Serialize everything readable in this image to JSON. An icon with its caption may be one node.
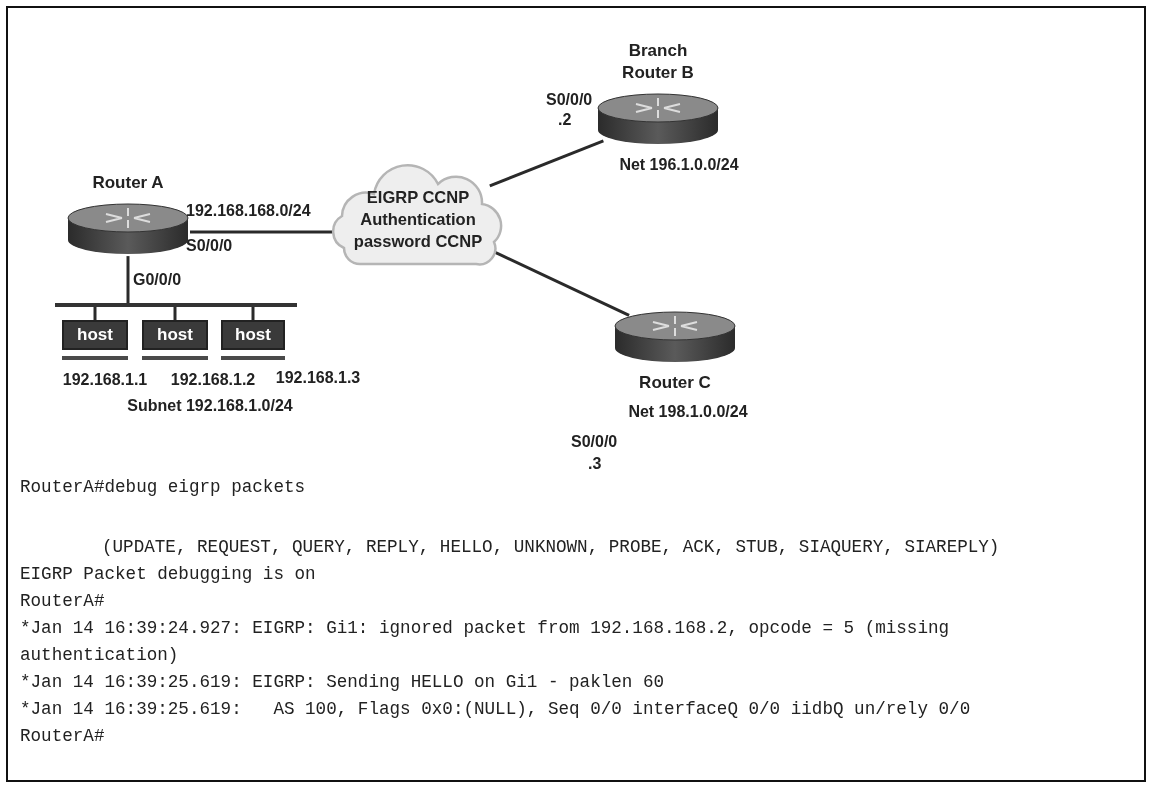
{
  "diagram": {
    "nodes": [
      {
        "text": [
          "Router A"
        ]
      },
      {
        "text": [
          "EIGRP CCNP Authentication password CCNP"
        ]
      },
      {
        "text": [
          "Branch Router B"
        ],
        "beside": [
          "Net 196.1.0.0/24"
        ]
      },
      {
        "text": [
          "Router C"
        ],
        "beside": [
          "Net 198.1.0.0/24"
        ]
      },
      {
        "text": [],
        "shape": "bar"
      },
      {
        "text": [
          "host"
        ],
        "beside": [
          "192.168.1.1"
        ]
      },
      {
        "text": [
          "host"
        ],
        "beside": [
          "192.168.1.2"
        ]
      },
      {
        "text": [
          "host"
        ],
        "beside": [
          "192.168.1.3"
        ]
      }
    ],
    "edges": [
      {
        "from": 0,
        "to": 1,
        "arrow": "none"
      },
      {
        "from": 1,
        "to": 2,
        "arrow": "none"
      },
      {
        "from": 1,
        "to": 3,
        "arrow": "none"
      },
      {
        "from": 0,
        "to": 4,
        "arrow": "none"
      },
      {
        "from": 4,
        "to": 5,
        "arrow": "none"
      },
      {
        "from": 4,
        "to": 6,
        "arrow": "none"
      },
      {
        "from": 4,
        "to": 7,
        "arrow": "none"
      }
    ],
    "labels": [
      "192.168.168.0/24",
      "S0/0/0",
      "G0/0/0",
      "S0/0/0",
      ".2",
      "Subnet 192.168.1.0/24",
      "S0/0/0",
      ".3",
      "RouterA#debug eigrp packets",
      "(UPDATE, REQUEST, QUERY, REPLY, HELLO, UNKNOWN, PROBE, ACK, STUB, SIAQUERY, SIAREPLY)",
      "EIGRP Packet debugging is on",
      "RouterA#",
      "*Jan 14 16:39:24.927: EIGRP: Gi1: ignored packet from 192.168.168.2, opcode = 5 (missing authentication)",
      "*Jan 14 16:39:25.619: EIGRP: Sending HELLO on Gi1 - paklen 60",
      "*Jan 14 16:39:25.619:   AS 100, Flags 0x0:(NULL), Seq 0/0 interfaceQ 0/0 iidbQ un/rely 0/0",
      "RouterA#"
    ]
  }
}
